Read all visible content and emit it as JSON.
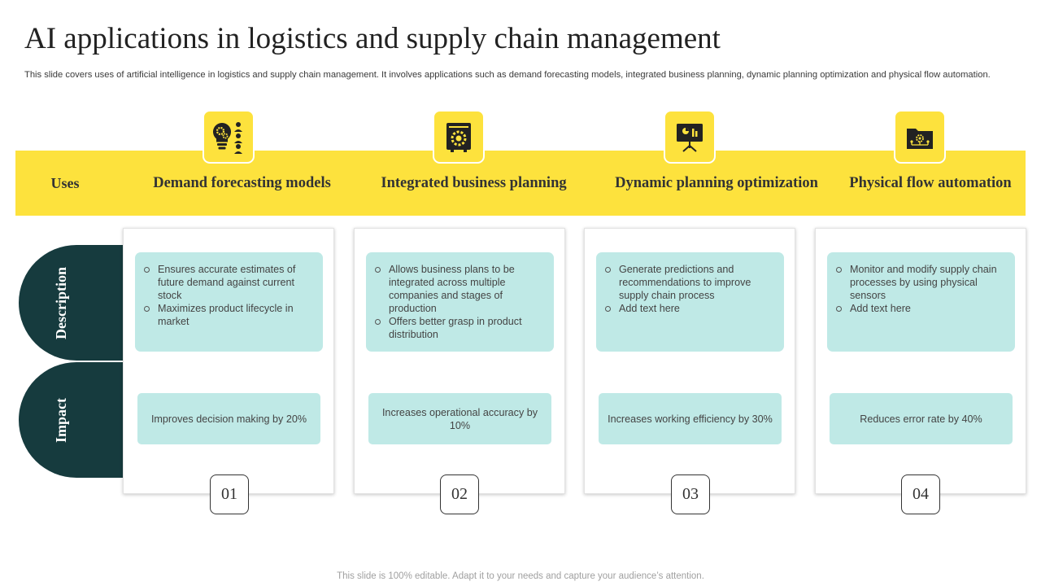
{
  "title": "AI applications in logistics and supply chain management",
  "subtitle": "This slide covers uses of artificial intelligence in logistics and supply chain management. It involves applications such as demand forecasting models, integrated business planning, dynamic planning optimization and physical flow automation.",
  "uses_label": "Uses",
  "row_labels": {
    "description": "Description",
    "impact": "Impact"
  },
  "columns": [
    {
      "title": "Demand forecasting models",
      "icon": "bulb-gear-people-icon",
      "description": [
        "Ensures accurate estimates of future demand against current stock",
        "Maximizes product lifecycle in market"
      ],
      "impact": "Improves decision making by 20%",
      "number": "01"
    },
    {
      "title": "Integrated business planning",
      "icon": "monitor-gear-icon",
      "description": [
        "Allows business plans to be integrated across multiple companies and stages of production",
        "Offers better grasp in product distribution"
      ],
      "impact": "Increases operational accuracy by 10%",
      "number": "02"
    },
    {
      "title": "Dynamic planning optimization",
      "icon": "presentation-board-icon",
      "description": [
        "Generate predictions and recommendations to improve supply chain process",
        "Add text here"
      ],
      "impact": "Increases working efficiency by 30%",
      "number": "03"
    },
    {
      "title": "Physical flow automation",
      "icon": "folder-network-icon",
      "description": [
        "Monitor and modify supply chain processes by using physical sensors",
        "Add text here"
      ],
      "impact": "Reduces error rate by 40%",
      "number": "04"
    }
  ],
  "footer": "This slide is 100% editable. Adapt it to your needs and capture your audience’s attention.",
  "colors": {
    "accent_yellow": "#fde23d",
    "dark_teal": "#163b3e",
    "light_teal": "#bfe9e6"
  }
}
